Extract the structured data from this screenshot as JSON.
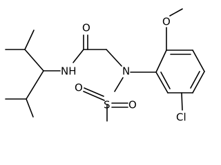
{
  "molecule": {
    "atoms": {
      "o_carbonyl": "O",
      "nh": "NH",
      "n_sulfonamide": "N",
      "o_methoxy": "O",
      "s": "S",
      "o_sulfonyl_left": "O",
      "o_sulfonyl_right": "O",
      "cl": "Cl"
    }
  }
}
